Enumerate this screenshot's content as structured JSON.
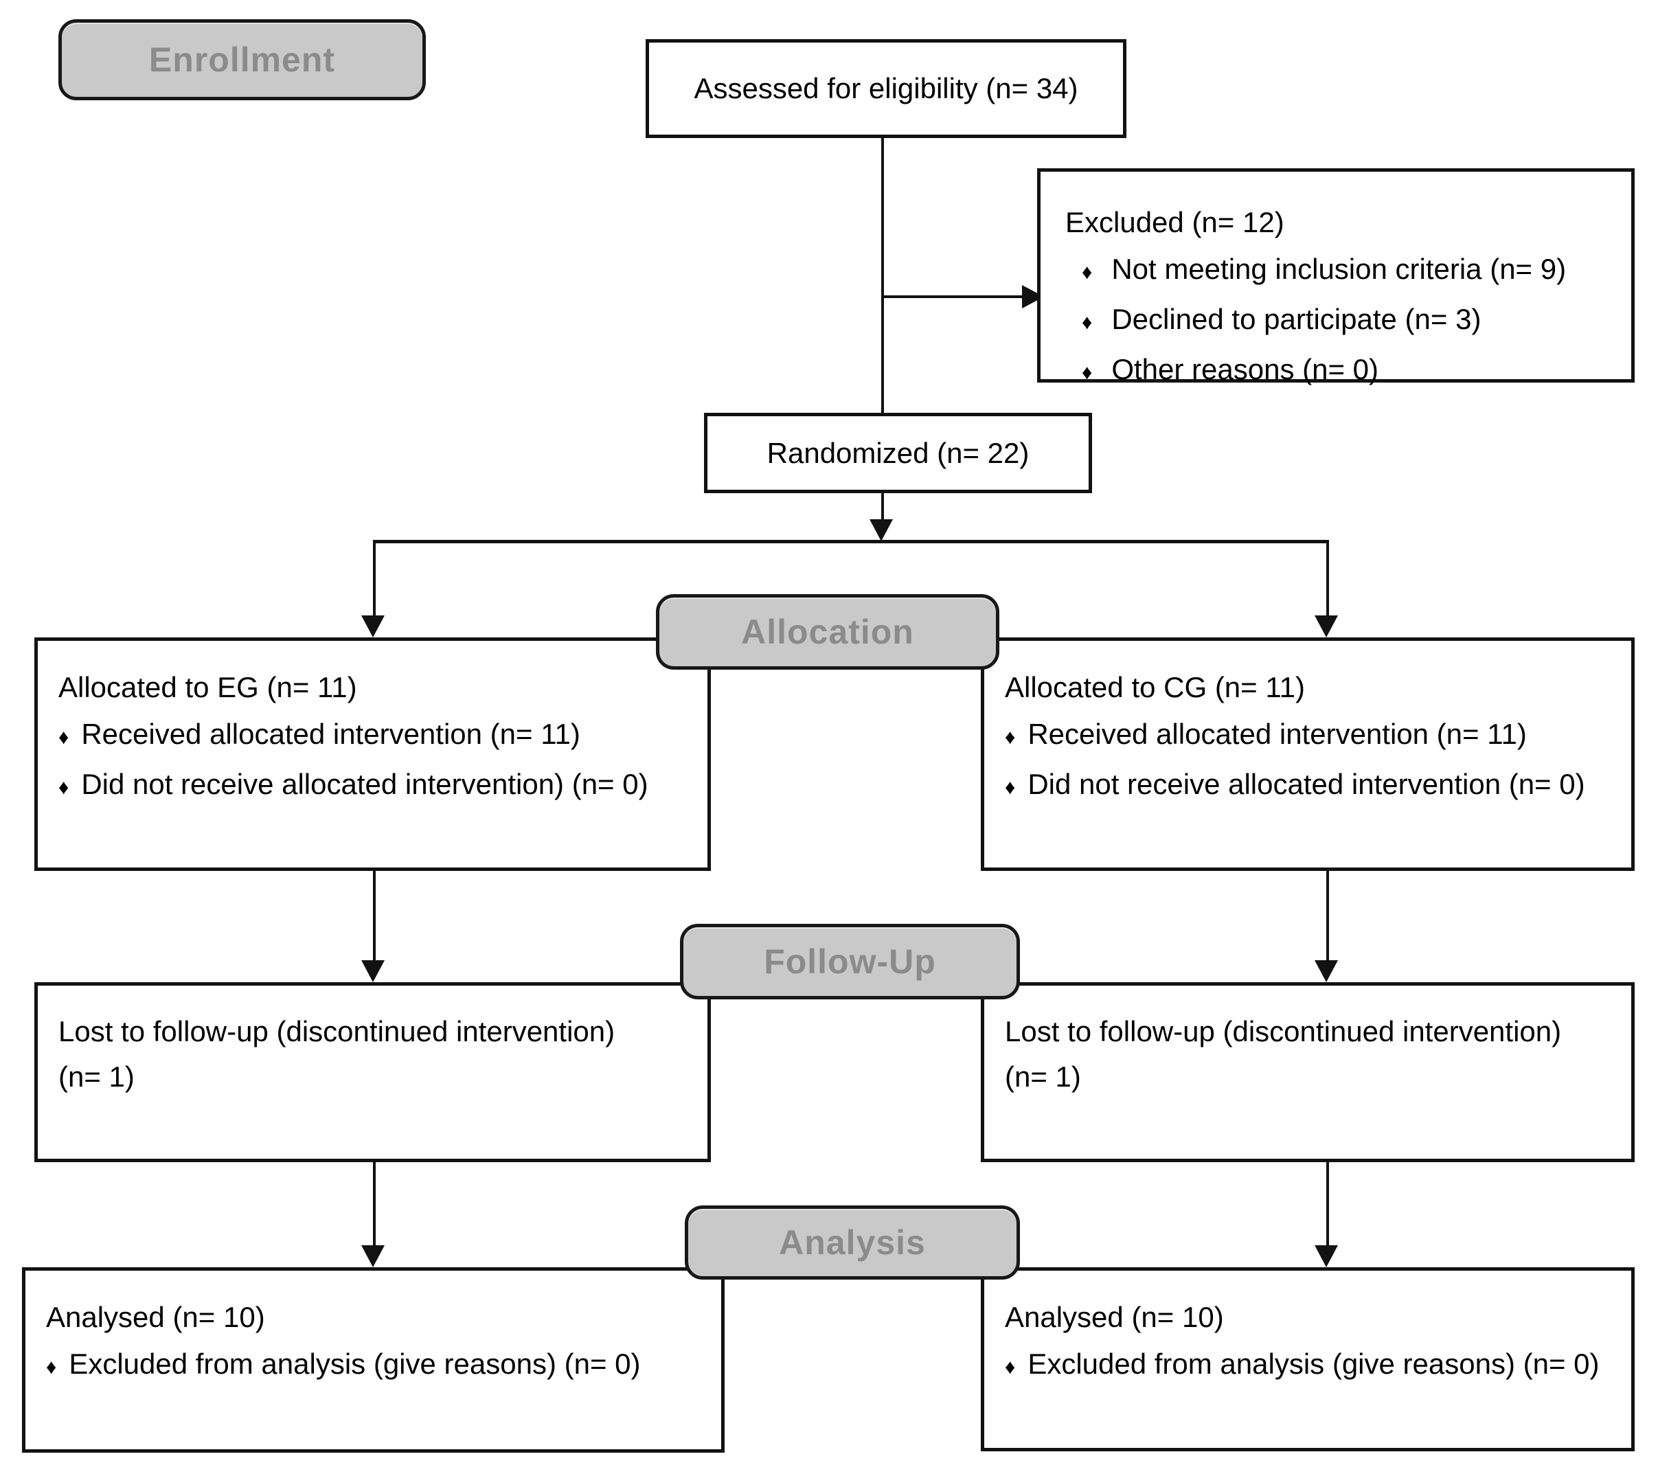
{
  "diagram_title": "CONSORT participant flow diagram",
  "bullet_glyph": "♦",
  "colors": {
    "stage_fill": "#c9c9c9",
    "stage_text": "#8b8b8b",
    "box_border": "#121212",
    "line": "#121212",
    "background": "#ffffff"
  },
  "stage_labels": {
    "enrollment": "Enrollment",
    "allocation": "Allocation",
    "followup": "Follow-Up",
    "analysis": "Analysis"
  },
  "boxes": {
    "assessed": {
      "text": "Assessed for eligibility (n= 34)"
    },
    "excluded": {
      "title": "Excluded (n= 12)",
      "items": [
        "Not meeting inclusion criteria (n= 9)",
        "Declined to participate (n= 3)",
        "Other reasons (n= 0)"
      ]
    },
    "randomized": {
      "text": "Randomized (n= 22)"
    },
    "alloc_left": {
      "title": "Allocated to EG (n= 11)",
      "items": [
        "Received allocated intervention (n= 11)",
        "Did not receive allocated intervention) (n= 0)"
      ]
    },
    "alloc_right": {
      "title": "Allocated to CG (n= 11)",
      "items": [
        "Received allocated intervention (n= 11)",
        "Did not receive allocated intervention (n= 0)"
      ]
    },
    "followup_left": {
      "line1": "Lost to follow-up (discontinued intervention)",
      "line2": "(n= 1)"
    },
    "followup_right": {
      "line1": "Lost to follow-up (discontinued intervention)",
      "line2": "(n= 1)"
    },
    "analysis_left": {
      "title": "Analysed (n= 10)",
      "items": [
        "Excluded from analysis (give reasons) (n= 0)"
      ]
    },
    "analysis_right": {
      "title": "Analysed (n= 10)",
      "items": [
        "Excluded from analysis (give reasons) (n= 0)"
      ]
    }
  }
}
